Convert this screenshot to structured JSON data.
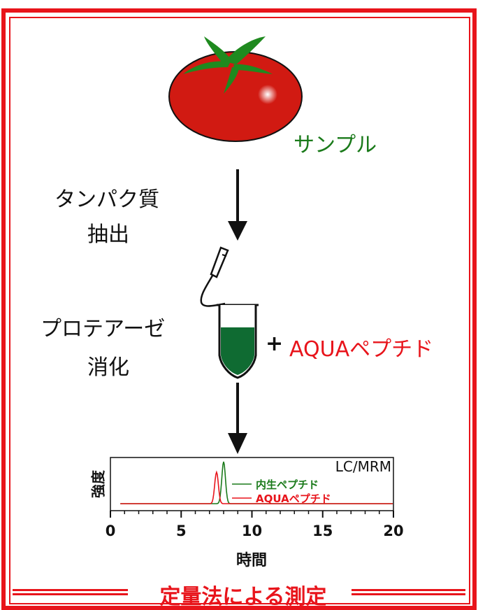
{
  "labels": {
    "sample": "サンプル",
    "step1_line1": "タンパク質",
    "step1_line2": "抽出",
    "step2_line1": "プロテアーゼ",
    "step2_line2": "消化",
    "plus": "+",
    "aqua": "AQUAペプチド",
    "bottom_title": "定量法による測定"
  },
  "chart_data": {
    "type": "line",
    "title": "LC/MRM",
    "xlabel": "時間",
    "ylabel": "強度",
    "xlim": [
      0,
      20
    ],
    "xticks": [
      0,
      5,
      10,
      15,
      20
    ],
    "series": [
      {
        "name": "内生ペプチド",
        "color": "#1a7a1a",
        "peak_x": 8.0,
        "peak_height": 1.0
      },
      {
        "name": "AQUAペプチド",
        "color": "#e8141b",
        "peak_x": 7.5,
        "peak_height": 0.75
      }
    ]
  },
  "colors": {
    "frame": "#e8141b",
    "tomato": "#d11a12",
    "leaf": "#1f8a1f",
    "liquid": "#0f6b32",
    "arrow": "#111111"
  }
}
